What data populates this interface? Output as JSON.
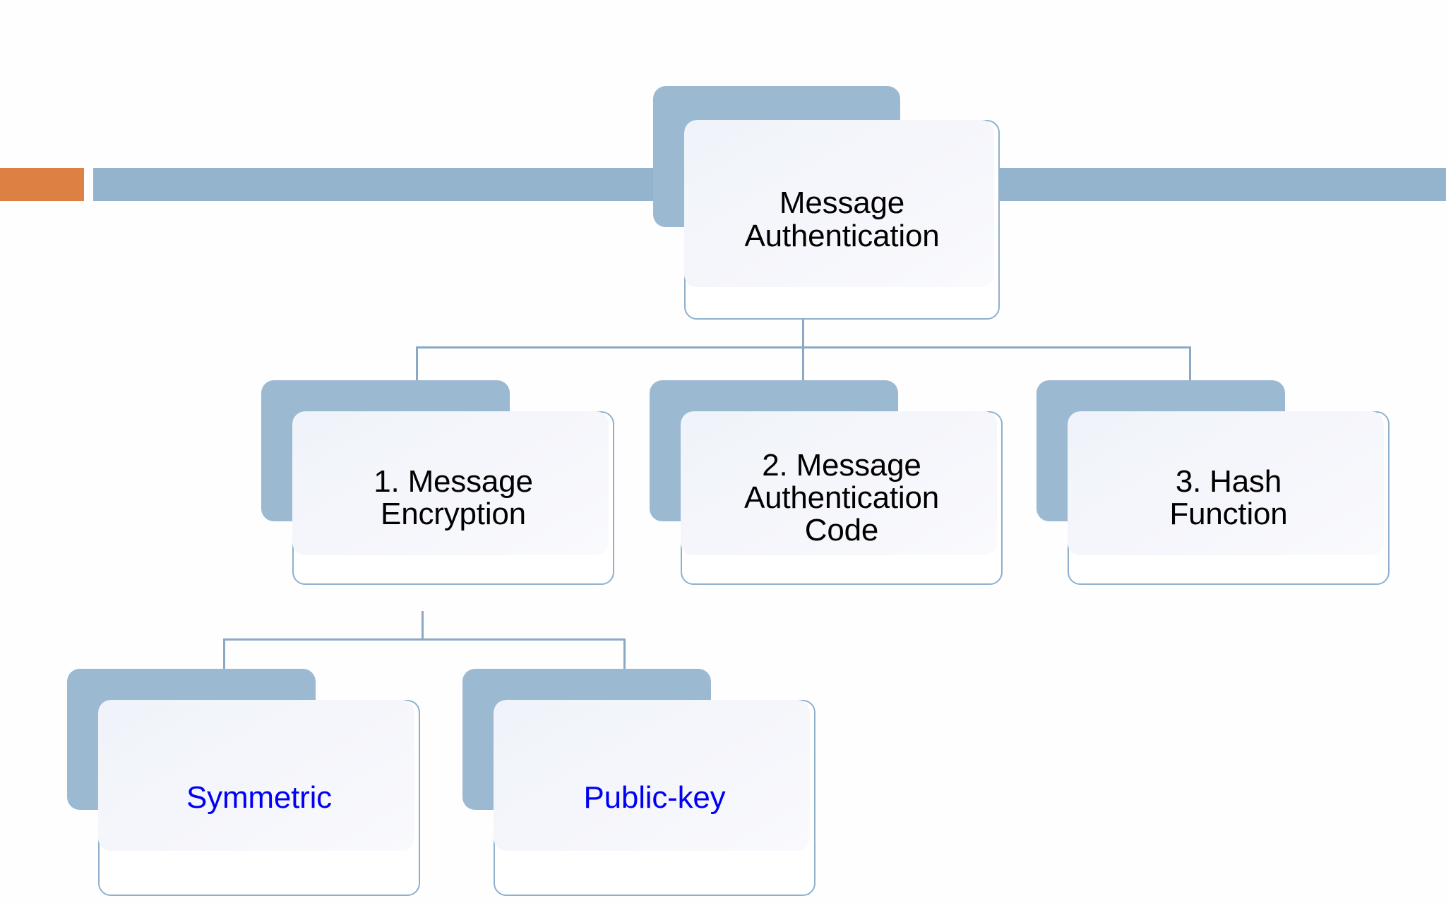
{
  "slide": {
    "background_color": "#fefeff",
    "accent_bar_color": "#dd8044",
    "header_bar_color": "#94b3cc"
  },
  "palette": {
    "node_shadow": "#9cb9d2",
    "node_border": "#8fb0cd",
    "node_fill": "#f2f5fb",
    "connector": "#8ba9c4",
    "text_dark": "#000000",
    "text_leaf": "#0000f5"
  },
  "diagram": {
    "type": "hierarchy-tree",
    "root": {
      "label": "Message\nAuthentication"
    },
    "level2": [
      {
        "label": "1. Message\nEncryption"
      },
      {
        "label": "2. Message\nAuthentication\nCode"
      },
      {
        "label": "3. Hash\nFunction"
      }
    ],
    "level3": [
      {
        "label": "Symmetric"
      },
      {
        "label": "Public-key"
      }
    ]
  }
}
